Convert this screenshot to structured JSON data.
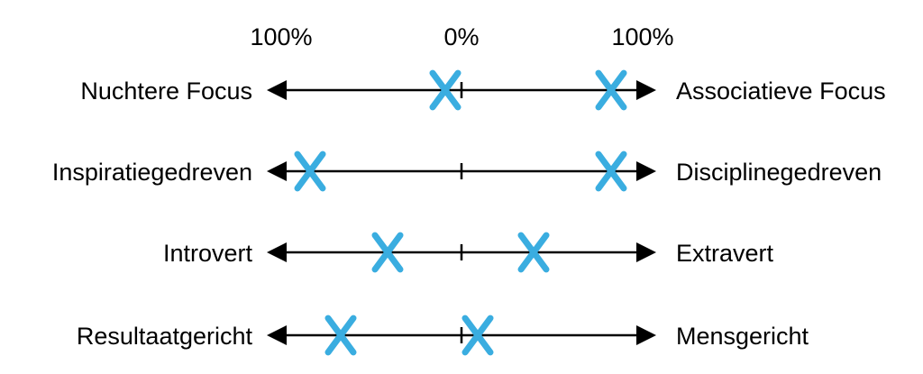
{
  "scale": {
    "left_label": "100%",
    "center_label": "0%",
    "right_label": "100%"
  },
  "colors": {
    "line": "#000000",
    "marker": "#3aade0"
  },
  "marker_icon": "x-mark",
  "axes": [
    {
      "left": "Nuchtere Focus",
      "right": "Associatieve Focus",
      "markers": [
        -0.09,
        0.83
      ]
    },
    {
      "left": "Inspiratiegedreven",
      "right": "Disciplinegedreven",
      "markers": [
        -0.84,
        0.83
      ]
    },
    {
      "left": "Introvert",
      "right": "Extravert",
      "markers": [
        -0.41,
        0.4
      ]
    },
    {
      "left": "Resultaatgericht",
      "right": "Mensgericht",
      "markers": [
        -0.67,
        0.09
      ]
    }
  ]
}
